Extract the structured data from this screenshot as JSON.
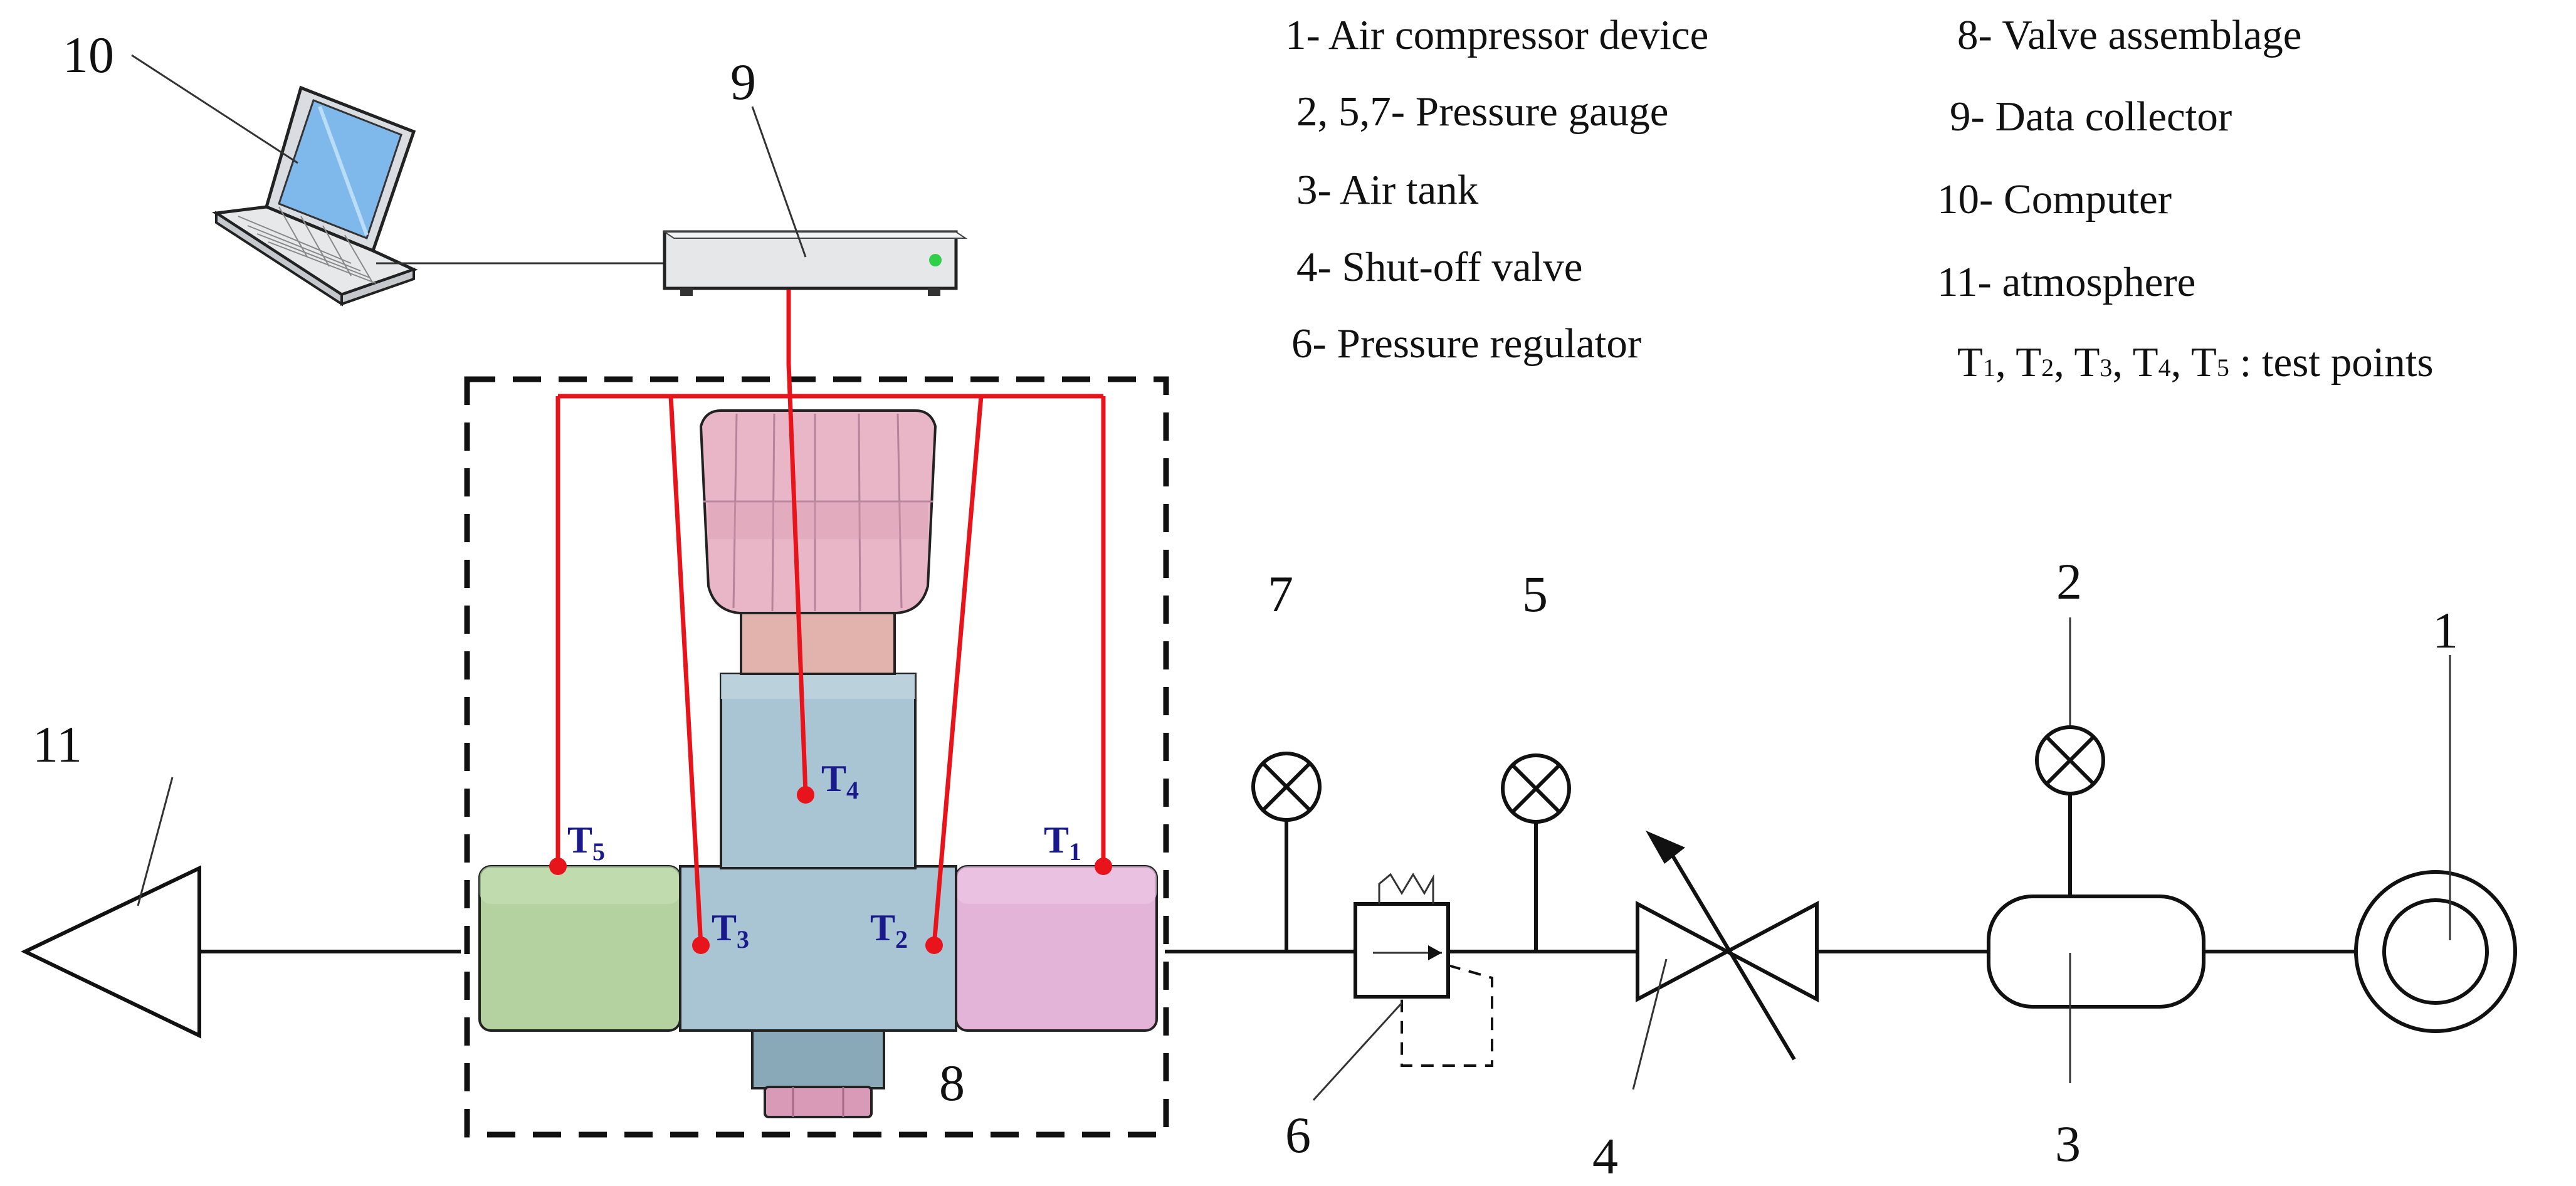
{
  "colors": {
    "wire": "#e8141c",
    "test_point_label": "#1a1a8c",
    "knob": "#e8b6c6",
    "knob_dark": "#c98fa3",
    "bonnet": "#e2b3ad",
    "body": "#a9c4d2",
    "body_dark": "#8aa9b8",
    "outlet_pipe": "#b3d2a0",
    "inlet_pipe": "#e3b3d8",
    "nut": "#d89ab7"
  },
  "labels": {
    "n1": "1",
    "n2": "2",
    "n3": "3",
    "n4": "4",
    "n5": "5",
    "n6": "6",
    "n7": "7",
    "n8": "8",
    "n9": "9",
    "n10": "10",
    "n11": "11"
  },
  "legend": {
    "item1": "1- Air compressor device",
    "item2": "2, 5,7- Pressure gauge",
    "item3": "3- Air tank",
    "item4": "4- Shut-off valve",
    "item6": "6- Pressure regulator",
    "item8": "8- Valve assemblage",
    "item9": "9- Data collector",
    "item10": "10- Computer",
    "item11": "11- atmosphere",
    "test_points": {
      "t1": "T",
      "s1": "1",
      "sep1": ", T",
      "s2": "2",
      "sep2": ", T",
      "s3": "3",
      "sep3": ", T",
      "s4": "4",
      "sep4": ", T",
      "s5": "5",
      "tail": " : test points"
    }
  },
  "test_points": {
    "T1": {
      "letter": "T",
      "sub": "1"
    },
    "T2": {
      "letter": "T",
      "sub": "2"
    },
    "T3": {
      "letter": "T",
      "sub": "3"
    },
    "T4": {
      "letter": "T",
      "sub": "4"
    },
    "T5": {
      "letter": "T",
      "sub": "5"
    }
  }
}
